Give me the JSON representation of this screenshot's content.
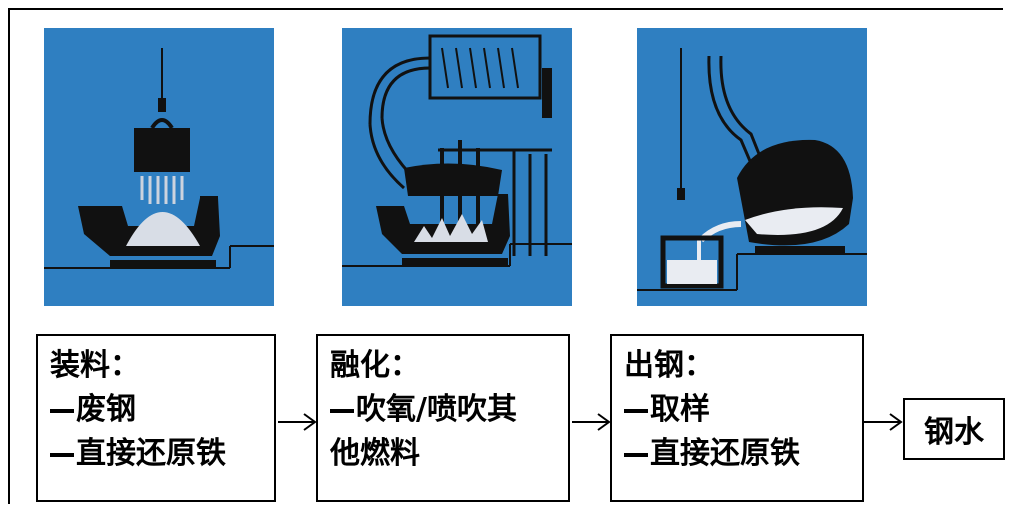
{
  "steps": [
    {
      "title": "装料：",
      "lines": [
        "废钢",
        "直接还原铁"
      ]
    },
    {
      "title": "融化：",
      "lines": [
        "吹氧/喷吹其",
        "他燃料"
      ]
    },
    {
      "title": "出钢：",
      "lines": [
        "取样",
        "直接还原铁"
      ]
    }
  ],
  "result": "钢水",
  "colors": {
    "panel_blue": "#2f7fc1",
    "furnace": "#1a1a1a",
    "charge": "#d8dde6",
    "molten": "#e9ecf2"
  }
}
